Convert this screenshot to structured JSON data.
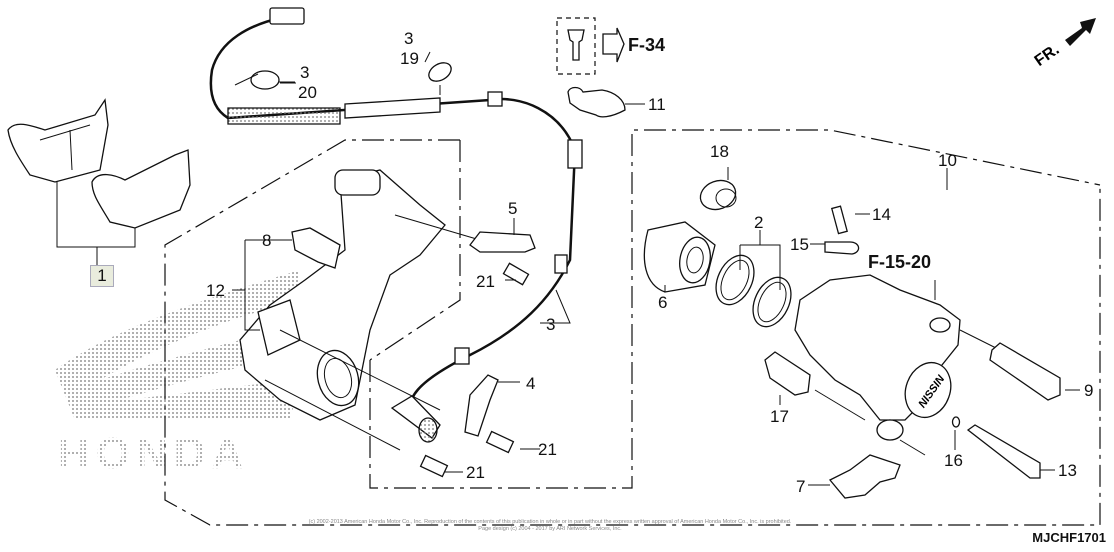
{
  "diagram": {
    "title": "Rear Brake Caliper",
    "code": "MJCHF1701",
    "brand_watermark": "HONDA",
    "direction_indicator": "FR.",
    "caliper_brand": "NISSIN",
    "references": [
      {
        "id": "ref-f34",
        "text": "F-34"
      },
      {
        "id": "ref-f1520",
        "text": "F-15-20"
      }
    ],
    "callouts": [
      {
        "id": "c1",
        "text": "1",
        "highlighted": true
      },
      {
        "id": "c2",
        "text": "2"
      },
      {
        "id": "c3a",
        "text": "3"
      },
      {
        "id": "c3b",
        "text": "3"
      },
      {
        "id": "c3c",
        "text": "3"
      },
      {
        "id": "c4",
        "text": "4"
      },
      {
        "id": "c5",
        "text": "5"
      },
      {
        "id": "c6",
        "text": "6"
      },
      {
        "id": "c7",
        "text": "7"
      },
      {
        "id": "c8",
        "text": "8"
      },
      {
        "id": "c9",
        "text": "9"
      },
      {
        "id": "c10",
        "text": "10"
      },
      {
        "id": "c11",
        "text": "11"
      },
      {
        "id": "c12",
        "text": "12"
      },
      {
        "id": "c13",
        "text": "13"
      },
      {
        "id": "c14",
        "text": "14"
      },
      {
        "id": "c15",
        "text": "15"
      },
      {
        "id": "c16",
        "text": "16"
      },
      {
        "id": "c17",
        "text": "17"
      },
      {
        "id": "c18",
        "text": "18"
      },
      {
        "id": "c19",
        "text": "19"
      },
      {
        "id": "c20",
        "text": "20"
      },
      {
        "id": "c21a",
        "text": "21"
      },
      {
        "id": "c21b",
        "text": "21"
      },
      {
        "id": "c21c",
        "text": "21"
      }
    ],
    "copyright_line1": "(c) 2002-2013 American Honda Motor Co., Inc. Reproduction of the contents of this publication in whole or in part without the express written approval of American Honda Motor Co., Inc. is prohibited.",
    "copyright_line2": "Page design (c) 2004 - 2017 by ARI Network Services, Inc."
  }
}
